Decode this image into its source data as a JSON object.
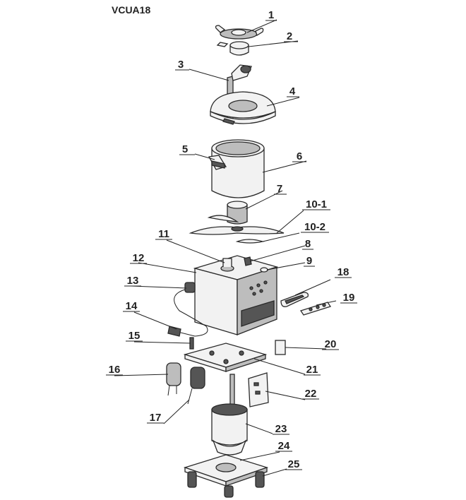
{
  "diagram": {
    "title": "VCUA18",
    "callouts": [
      {
        "id": "c1",
        "label": "1"
      },
      {
        "id": "c2",
        "label": "2"
      },
      {
        "id": "c3",
        "label": "3"
      },
      {
        "id": "c4",
        "label": "4"
      },
      {
        "id": "c5",
        "label": "5"
      },
      {
        "id": "c6",
        "label": "6"
      },
      {
        "id": "c7",
        "label": "7"
      },
      {
        "id": "c10-1",
        "label": "10-1"
      },
      {
        "id": "c10-2",
        "label": "10-2"
      },
      {
        "id": "c11",
        "label": "11"
      },
      {
        "id": "c8",
        "label": "8"
      },
      {
        "id": "c12",
        "label": "12"
      },
      {
        "id": "c9",
        "label": "9"
      },
      {
        "id": "c13",
        "label": "13"
      },
      {
        "id": "c18",
        "label": "18"
      },
      {
        "id": "c19",
        "label": "19"
      },
      {
        "id": "c14",
        "label": "14"
      },
      {
        "id": "c15",
        "label": "15"
      },
      {
        "id": "c20",
        "label": "20"
      },
      {
        "id": "c16",
        "label": "16"
      },
      {
        "id": "c21",
        "label": "21"
      },
      {
        "id": "c22",
        "label": "22"
      },
      {
        "id": "c17",
        "label": "17"
      },
      {
        "id": "c23",
        "label": "23"
      },
      {
        "id": "c24",
        "label": "24"
      },
      {
        "id": "c25",
        "label": "25"
      }
    ]
  }
}
